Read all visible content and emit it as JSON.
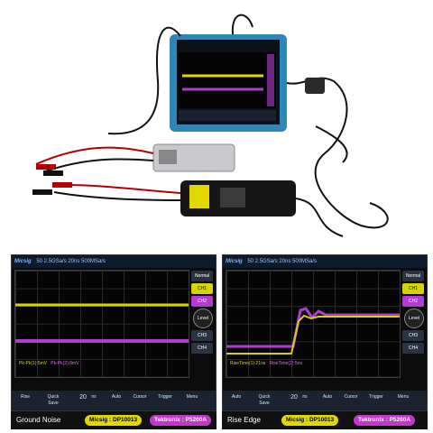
{
  "colors": {
    "ch1": "#d6d400",
    "ch2": "#b23bd1",
    "bg": "#050505"
  },
  "panels": [
    {
      "name": "ground-noise",
      "brand": "Micsig",
      "top_status": "50  2.5GSa/s  20ns  500MSa/s",
      "side_buttons": [
        "Normal",
        "CH1",
        "CH2",
        "Level",
        "CH3",
        "CH4"
      ],
      "meas_yellow": "Pk-Pk(1):5mV",
      "meas_magenta": "Pk-Pk(2):8mV",
      "bottom": [
        "Rise",
        "Quick Save",
        "20",
        "ns",
        "Auto",
        "Cursor",
        "Trigger",
        "Menu"
      ],
      "caption_title": "Ground Noise",
      "pill_yellow": "Micsig : DP10013",
      "pill_magenta": "Tektronix : P5200A"
    },
    {
      "name": "rise-edge",
      "brand": "Micsig",
      "top_status": "50  2.5GSa/s  20ns  500MSa/s",
      "side_buttons": [
        "Normal",
        "CH1",
        "CH2",
        "Level",
        "CH3",
        "CH4"
      ],
      "meas_yellow": "RiseTime(1):21ns",
      "meas_magenta": "RiseTime(2):5ns",
      "bottom": [
        "Auto",
        "Quick Save",
        "20",
        "ns",
        "Auto",
        "Cursor",
        "Trigger",
        "Menu"
      ],
      "caption_title": "Rise Edge",
      "pill_yellow": "Micsig : DP10013",
      "pill_magenta": "Tektronix : P5200A"
    }
  ]
}
